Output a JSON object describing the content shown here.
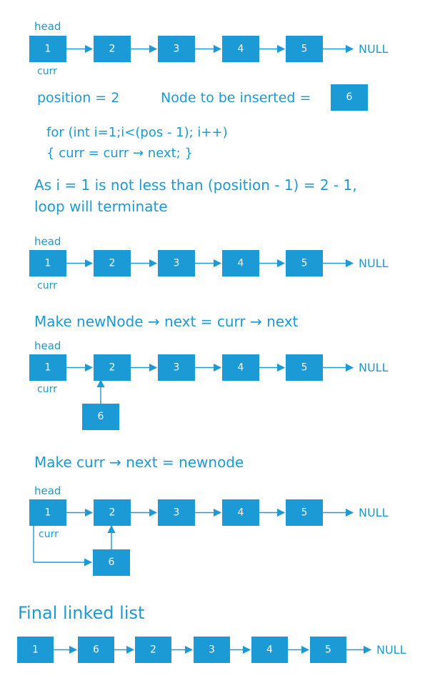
{
  "accent_color": "#1b9ad6",
  "labels": {
    "head": "head",
    "curr": "curr",
    "null": "NULL"
  },
  "diagram1": {
    "nodes": [
      "1",
      "2",
      "3",
      "4",
      "5"
    ]
  },
  "params": {
    "position": "position = 2",
    "node_to_insert": "Node to be inserted  =",
    "new_node_value": "6"
  },
  "code": {
    "line1": "for (int i=1;i<(pos - 1); i++)",
    "line2": "{ curr = curr → next; }"
  },
  "explanation": {
    "line1": "As  i = 1  is not less than (position - 1) = 2 - 1,",
    "line2": "loop will terminate"
  },
  "diagram2": {
    "nodes": [
      "1",
      "2",
      "3",
      "4",
      "5"
    ]
  },
  "step1": {
    "text": "Make newNode → next = curr → next",
    "nodes": [
      "1",
      "2",
      "3",
      "4",
      "5"
    ],
    "new_node": "6"
  },
  "step2": {
    "text": "Make curr → next = newnode",
    "nodes": [
      "1",
      "2",
      "3",
      "4",
      "5"
    ],
    "new_node": "6"
  },
  "final": {
    "title": "Final linked list",
    "nodes": [
      "1",
      "6",
      "2",
      "3",
      "4",
      "5"
    ]
  }
}
